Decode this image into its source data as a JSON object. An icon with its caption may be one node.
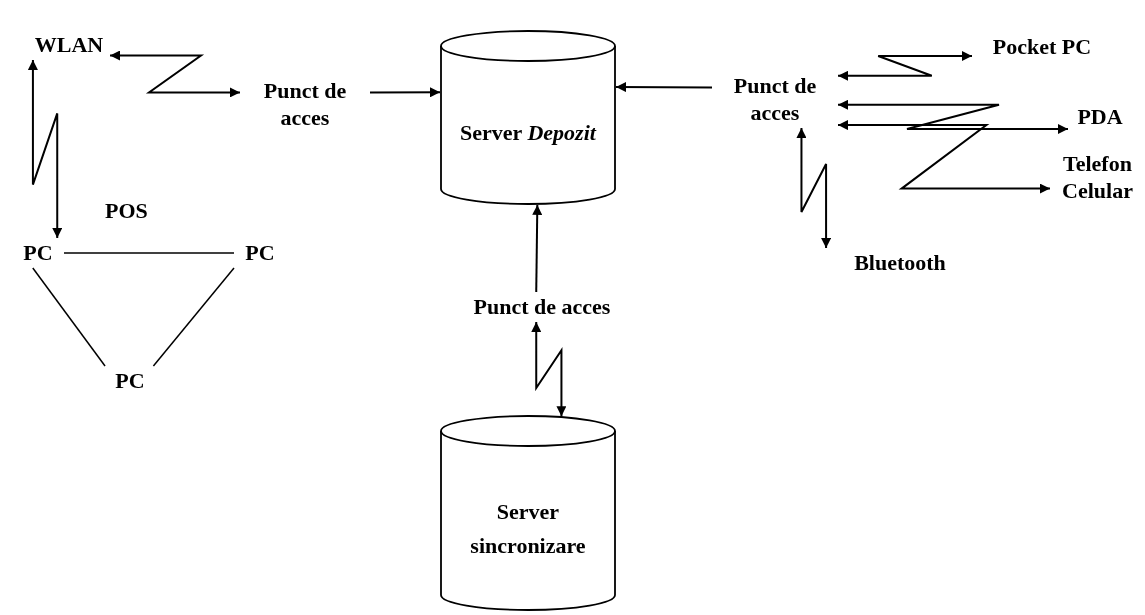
{
  "diagram": {
    "nodes": [
      {
        "text": [
          "WLAN"
        ]
      },
      {
        "text": [
          "Punct de acces"
        ]
      },
      {
        "text": [
          "Server *Depozit*"
        ]
      },
      {
        "text": [
          "Punct de acces"
        ]
      },
      {
        "text": [
          "Pocket PC"
        ]
      },
      {
        "text": [
          "PDA"
        ]
      },
      {
        "text": [
          "Telefon Celular"
        ]
      },
      {
        "text": [
          "Bluetooth"
        ]
      },
      {
        "text": [
          "PC"
        ]
      },
      {
        "text": [
          "PC"
        ]
      },
      {
        "text": [
          "PC"
        ]
      },
      {
        "text": [
          "Punct de acces"
        ]
      },
      {
        "text": [
          "Server sincronizare"
        ]
      }
    ],
    "edges": [
      {
        "from": 0,
        "to": 1,
        "arrow": "both"
      },
      {
        "from": 1,
        "to": 2,
        "arrow": "to"
      },
      {
        "from": 3,
        "to": 2,
        "arrow": "to"
      },
      {
        "from": 3,
        "to": 4,
        "arrow": "both"
      },
      {
        "from": 3,
        "to": 5,
        "arrow": "both"
      },
      {
        "from": 3,
        "to": 6,
        "arrow": "both"
      },
      {
        "from": 3,
        "to": 7,
        "arrow": "both"
      },
      {
        "from": 0,
        "to": 8,
        "arrow": "both"
      },
      {
        "from": 8,
        "to": 9,
        "arrow": "none"
      },
      {
        "from": 8,
        "to": 10,
        "arrow": "none"
      },
      {
        "from": 9,
        "to": 10,
        "arrow": "none"
      },
      {
        "from": 11,
        "to": 2,
        "arrow": "to"
      },
      {
        "from": 11,
        "to": 12,
        "arrow": "both"
      }
    ],
    "labels": [
      "POS"
    ]
  }
}
